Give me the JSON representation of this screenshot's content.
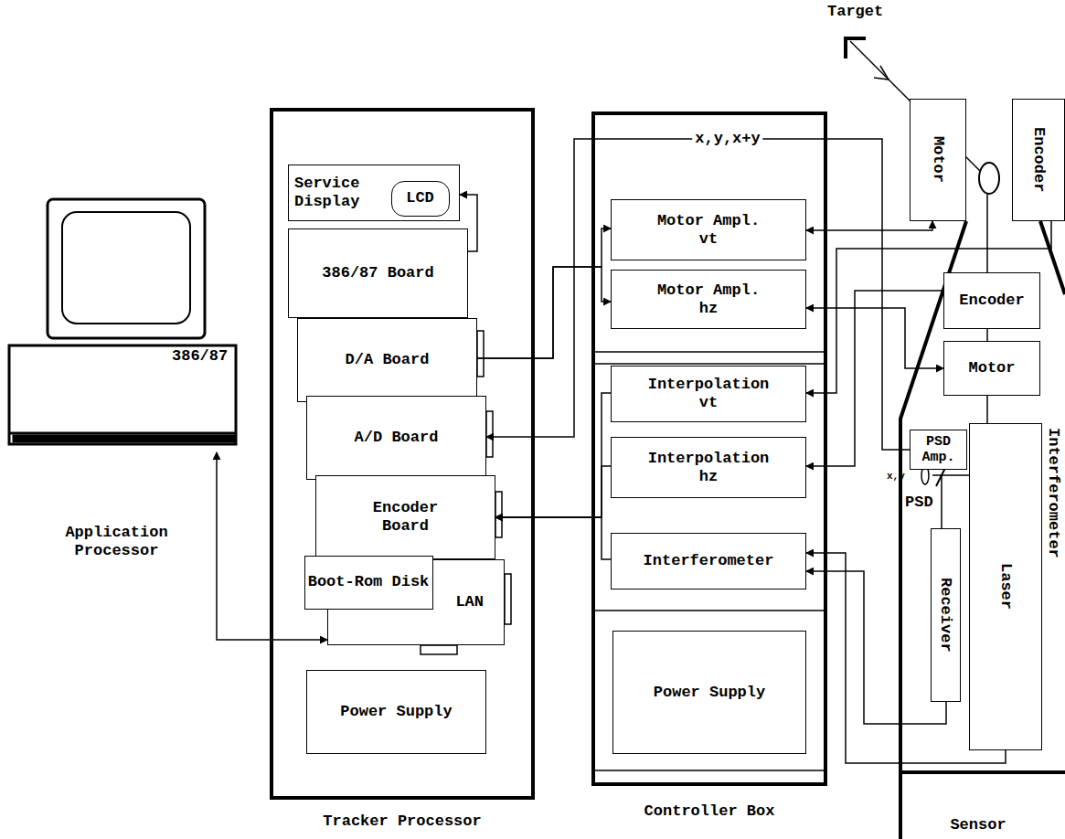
{
  "diagram": {
    "nodes": [
      {
        "text": [
          "386/87",
          "Application Processor"
        ]
      },
      {
        "text": [
          "Tracker Processor"
        ]
      },
      {
        "text": [
          "Service Display"
        ],
        "in": 1
      },
      {
        "text": [
          "LCD"
        ],
        "in": 2
      },
      {
        "text": [
          "386/87 Board"
        ],
        "in": 1
      },
      {
        "text": [
          "D/A Board"
        ],
        "in": 1
      },
      {
        "text": [
          "A/D Board"
        ],
        "in": 1
      },
      {
        "text": [
          "Encoder Board"
        ],
        "in": 1
      },
      {
        "text": [
          "LAN"
        ],
        "in": 1
      },
      {
        "text": [
          "Boot-Rom Disk"
        ],
        "in": 8
      },
      {
        "text": [
          "Power Supply"
        ],
        "in": 1
      },
      {
        "text": [
          "Controller Box"
        ]
      },
      {
        "text": [
          "Motor Ampl. vt"
        ],
        "in": 11
      },
      {
        "text": [
          "Motor Ampl. hz"
        ],
        "in": 11
      },
      {
        "text": [
          "Interpolation vt"
        ],
        "in": 11
      },
      {
        "text": [
          "Interpolation hz"
        ],
        "in": 11
      },
      {
        "text": [
          "Interferometer"
        ],
        "in": 11
      },
      {
        "text": [
          "Power Supply"
        ],
        "in": 11
      },
      {
        "text": [
          "Sensor"
        ]
      },
      {
        "text": [
          "Motor"
        ],
        "in": 18
      },
      {
        "text": [
          "Encoder"
        ],
        "in": 18
      },
      {
        "text": [
          "Encoder"
        ],
        "in": 18
      },
      {
        "text": [
          "Motor"
        ],
        "in": 18
      },
      {
        "text": [
          "PSD Amp."
        ],
        "in": 18
      },
      {
        "text": [
          "Receiver"
        ],
        "in": 18
      },
      {
        "text": [
          "Laser"
        ],
        "in": 18
      }
    ],
    "edges": [
      {
        "from": 8,
        "to": 0,
        "arrow": "both"
      },
      {
        "from": 4,
        "to": 2,
        "arrow": "to"
      },
      {
        "from": 5,
        "to": 12,
        "arrow": "to"
      },
      {
        "from": 5,
        "to": 13,
        "arrow": "to"
      },
      {
        "from": 23,
        "to": 6,
        "label": "x,y,x+y",
        "arrow": "to"
      },
      {
        "from": 14,
        "to": 7,
        "arrow": "to"
      },
      {
        "from": 15,
        "to": 7,
        "arrow": "to"
      },
      {
        "from": 16,
        "to": 7,
        "arrow": "to"
      },
      {
        "from": 12,
        "to": 19,
        "arrow": "both"
      },
      {
        "from": 13,
        "to": 22,
        "arrow": "both"
      },
      {
        "from": 20,
        "to": 14,
        "arrow": "to"
      },
      {
        "from": 21,
        "to": 15,
        "arrow": "to"
      },
      {
        "from": 24,
        "to": 16,
        "arrow": "to"
      },
      {
        "from": 25,
        "to": 16,
        "arrow": "to"
      }
    ],
    "labels": [
      "Target",
      "Interferometer",
      "PSD",
      "x,y"
    ]
  }
}
